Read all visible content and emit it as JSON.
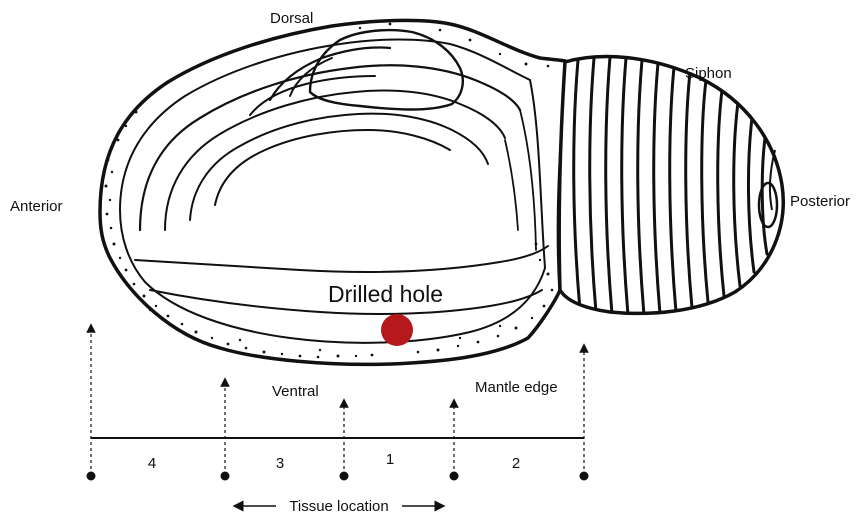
{
  "labels": {
    "dorsal": "Dorsal",
    "siphon": "Siphon",
    "anterior": "Anterior",
    "posterior": "Posterior",
    "drilled_hole": "Drilled hole",
    "ventral": "Ventral",
    "mantle_edge": "Mantle edge",
    "tissue_location": "Tissue location"
  },
  "sections": [
    "4",
    "3",
    "1",
    "2"
  ],
  "colors": {
    "drilled_hole": "#b5191b",
    "ink": "#111111",
    "background": "#ffffff"
  }
}
